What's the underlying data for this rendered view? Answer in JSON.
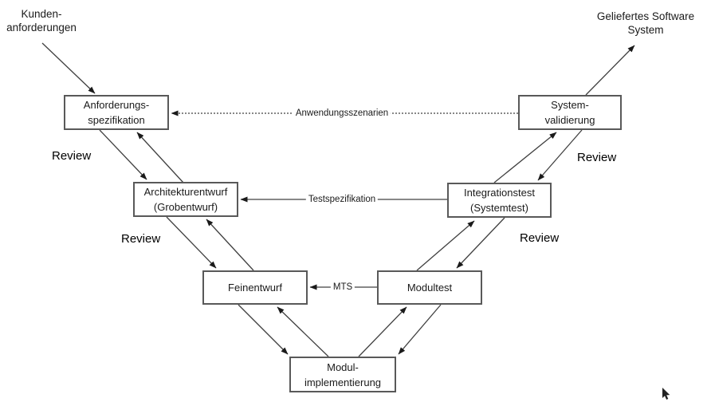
{
  "colors": {
    "background": "#ffffff",
    "box_border": "#595959",
    "box_fill": "#ffffff",
    "line": "#404040",
    "arrowhead": "#1a1a1a",
    "text": "#1a1a1a"
  },
  "external_labels": {
    "input": "Kunden-\nanforderungen",
    "output": "Geliefertes Software\nSystem"
  },
  "nodes": [
    {
      "id": "anforderungsspezifikation",
      "label": "Anforderungs-\nspezifikation"
    },
    {
      "id": "architekturentwurf",
      "label": "Architekturentwurf\n(Grobentwurf)"
    },
    {
      "id": "feinentwurf",
      "label": "Feinentwurf"
    },
    {
      "id": "modulimplementierung",
      "label": "Modul-\nimplementierung"
    },
    {
      "id": "modultest",
      "label": "Modultest"
    },
    {
      "id": "integrationstest",
      "label": "Integrationstest\n(Systemtest)"
    },
    {
      "id": "systemvalidierung",
      "label": "System-\nvalidierung"
    }
  ],
  "edge_labels": {
    "anwendungsszenarien": "Anwendungsszenarien",
    "testspezifikation": "Testspezifikation",
    "mts": "MTS"
  },
  "review_labels": [
    "Review",
    "Review",
    "Review",
    "Review"
  ]
}
